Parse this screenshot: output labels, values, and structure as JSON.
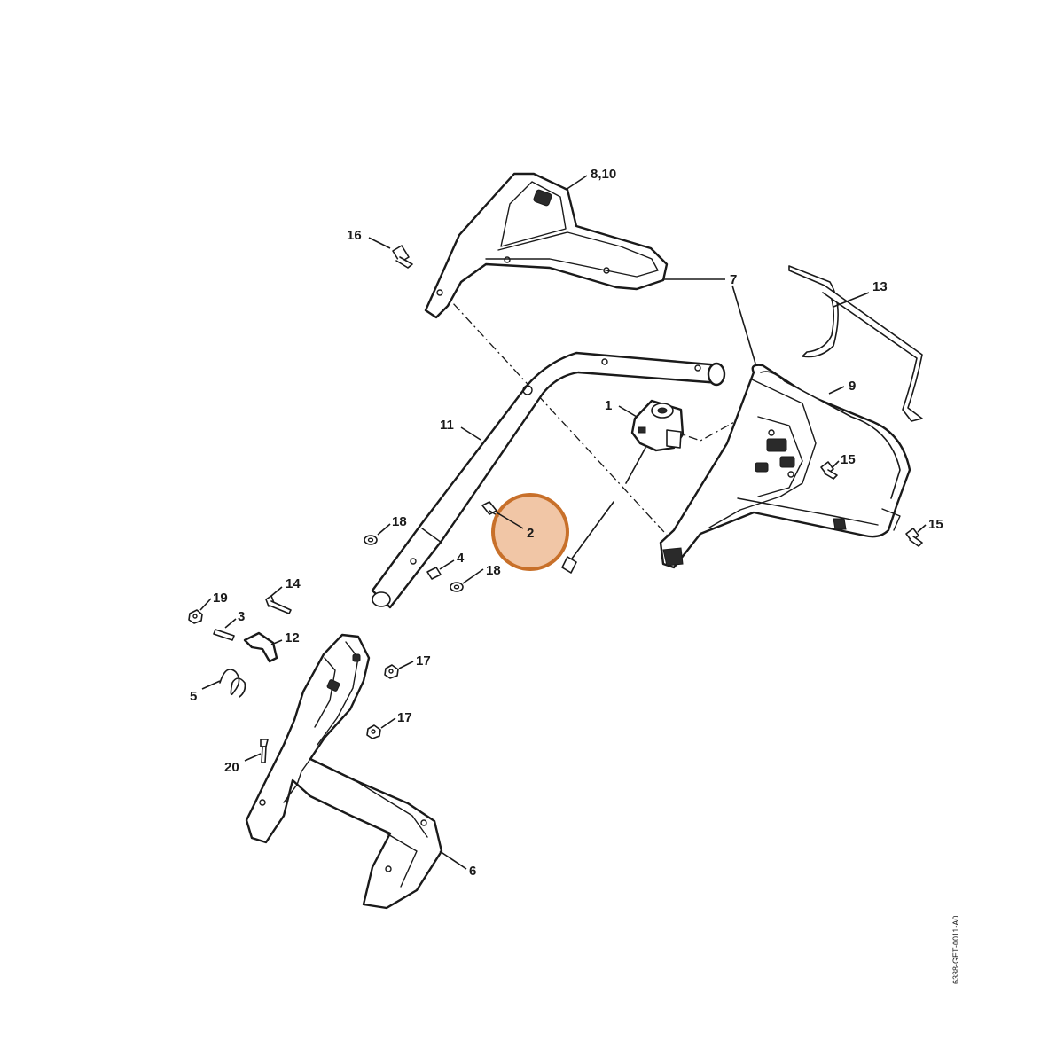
{
  "callouts": {
    "c_8_10": "8,10",
    "c_16": "16",
    "c_7": "7",
    "c_13": "13",
    "c_9": "9",
    "c_11": "11",
    "c_1": "1",
    "c_15a": "15",
    "c_15b": "15",
    "c_2": "2",
    "c_18a": "18",
    "c_4": "4",
    "c_18b": "18",
    "c_19": "19",
    "c_14": "14",
    "c_3": "3",
    "c_12": "12",
    "c_17a": "17",
    "c_5": "5",
    "c_17b": "17",
    "c_20": "20",
    "c_6": "6"
  },
  "highlight": {
    "part": "2",
    "color": "#e8a06b"
  },
  "document_id": "6338-GET-0011-A0"
}
